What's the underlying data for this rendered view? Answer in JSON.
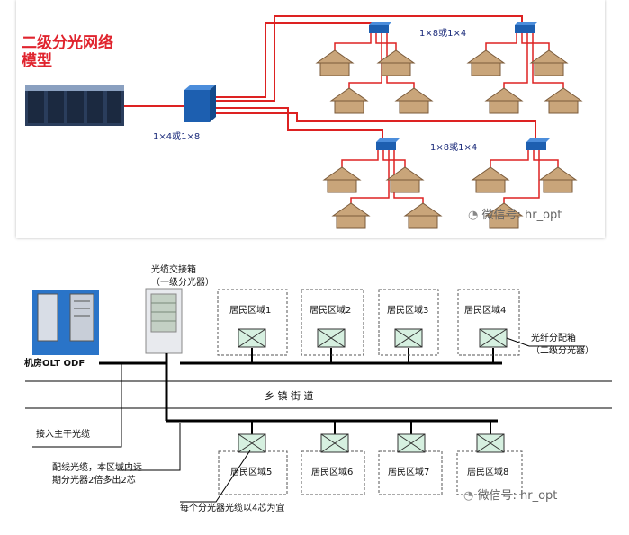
{
  "top": {
    "title_line1": "二级分光网络",
    "title_line2": "模型",
    "main_splitter_label": "1×4或1×8",
    "upper_splitter_label": "1×8或1×4",
    "lower_splitter_label": "1×8或1×4",
    "watermark": "微信号: hr_opt"
  },
  "bottom": {
    "cabinet_label_line1": "光缆交接箱",
    "cabinet_label_line2": "（一级分光器）",
    "room_label": "机房OLT  ODF",
    "distribution_box_line1": "光纤分配箱",
    "distribution_box_line2": "（二级分光器）",
    "street_label": "乡 镇 街 道",
    "trunk_label": "接入主干光缆",
    "dist_cable_line1": "配线光缆，本区域内远",
    "dist_cable_line2": "期分光器2倍多出2芯",
    "core_note": "每个分光器光缆以4芯为宜",
    "watermark": "微信号: hr_opt",
    "areas_top": [
      "居民区域1",
      "居民区域2",
      "居民区域3",
      "居民区域4"
    ],
    "areas_bottom": [
      "居民区域5",
      "居民区域6",
      "居民区域7",
      "居民区域8"
    ]
  }
}
